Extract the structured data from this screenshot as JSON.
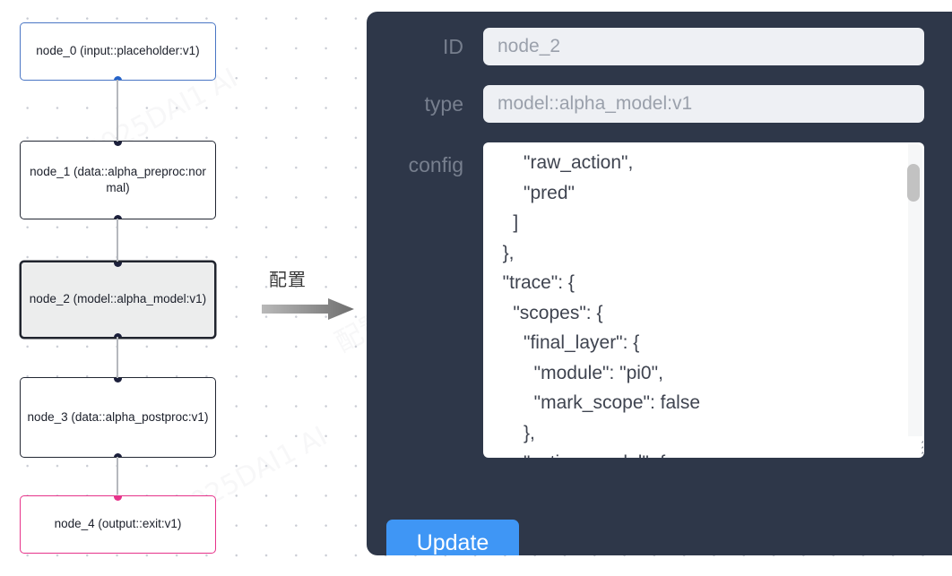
{
  "graph": {
    "nodes": [
      {
        "id": "node_0",
        "type": "(input::placeholder:v1)",
        "label": "node_0\n(input::placeholder:v1)",
        "role": "input"
      },
      {
        "id": "node_1",
        "type": "(data::alpha_preproc:normal)",
        "label": "node_1\n(data::alpha_preproc:normal)",
        "role": "default"
      },
      {
        "id": "node_2",
        "type": "(model::alpha_model:v1)",
        "label": "node_2\n(model::alpha_model:v1)",
        "role": "selected"
      },
      {
        "id": "node_3",
        "type": "(data::alpha_postproc:v1)",
        "label": "node_3\n(data::alpha_postproc:v1)",
        "role": "default"
      },
      {
        "id": "node_4",
        "type": "(output::exit:v1)",
        "label": "node_4\n(output::exit:v1)",
        "role": "output"
      }
    ],
    "colors": {
      "input_border": "#4a76c4",
      "output_border": "#e6338a",
      "default_border": "#222733",
      "selected_fill": "#eceded",
      "edge": "#b5b8bd",
      "handle": "#1b1f3b"
    }
  },
  "annotation": {
    "arrow_label": "配置",
    "arrow_color": "#8c8c8c"
  },
  "panel": {
    "background": "#2e3749",
    "fields": [
      {
        "name": "id",
        "label": "ID",
        "value": "node_2",
        "placeholder": "node_2"
      },
      {
        "name": "type",
        "label": "type",
        "value": "model::alpha_model:v1",
        "placeholder": "model::alpha_model:v1"
      }
    ],
    "config": {
      "label": "config",
      "value": "      \"raw_action\",\n      \"pred\"\n    ]\n  },\n  \"trace\": {\n    \"scopes\": {\n      \"final_layer\": {\n        \"module\": \"pi0\",\n        \"mark_scope\": false\n      },\n      \"action_model\": {"
    },
    "update_button": {
      "label": "Update",
      "color": "#3f96f5"
    }
  },
  "watermark": {
    "text": "配置 5025DAI1 AI"
  }
}
